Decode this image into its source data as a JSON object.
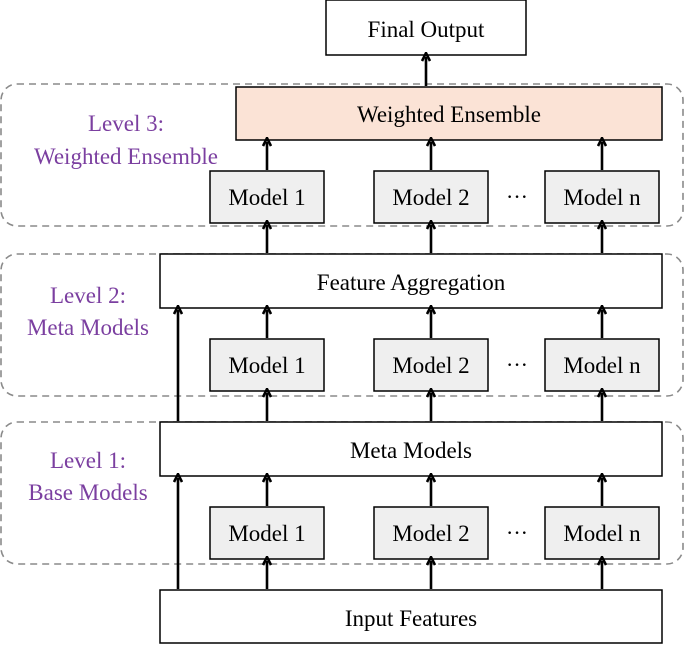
{
  "diagram": {
    "final_output": "Final Output",
    "input_features": "Input Features",
    "ellipsis": "···",
    "levels": [
      {
        "label_line1": "Level 1:",
        "label_line2": "Base Models",
        "aggregator": "Meta Models",
        "models": [
          "Model 1",
          "Model 2",
          "Model n"
        ]
      },
      {
        "label_line1": "Level 2:",
        "label_line2": "Meta Models",
        "aggregator": "Feature Aggregation",
        "models": [
          "Model 1",
          "Model 2",
          "Model n"
        ]
      },
      {
        "label_line1": "Level 3:",
        "label_line2": "Weighted Ensemble",
        "aggregator": "Weighted Ensemble",
        "models": [
          "Model 1",
          "Model 2",
          "Model n"
        ]
      }
    ]
  },
  "colors": {
    "level_label": "#7b3fa0",
    "ensemble_fill": "#fbe3d6",
    "model_fill": "#efefef",
    "stroke": "#000000",
    "dash": "#8a8a8a"
  }
}
